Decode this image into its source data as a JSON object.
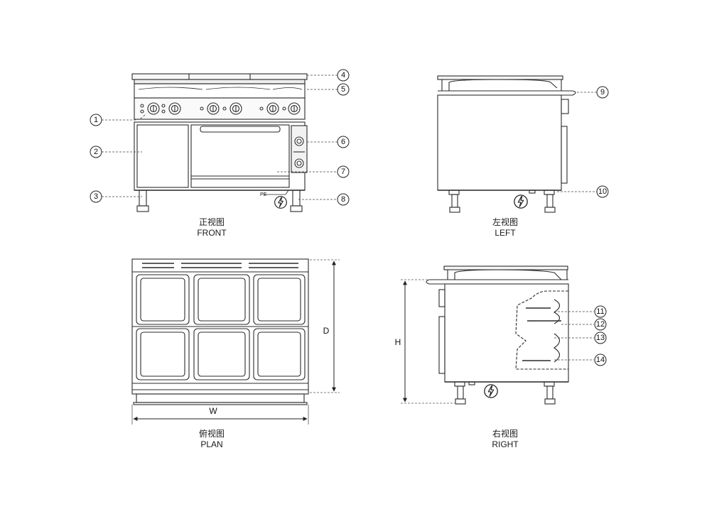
{
  "views": {
    "front": {
      "label_cn": "正视图",
      "label_en": "FRONT"
    },
    "left": {
      "label_cn": "左视图",
      "label_en": "LEFT"
    },
    "plan": {
      "label_cn": "俯视图",
      "label_en": "PLAN"
    },
    "right": {
      "label_cn": "右视图",
      "label_en": "RIGHT"
    }
  },
  "callouts": [
    "1",
    "2",
    "3",
    "4",
    "5",
    "6",
    "7",
    "8",
    "9",
    "10",
    "11",
    "12",
    "13",
    "14"
  ],
  "dimensions": {
    "width": "W",
    "depth": "D",
    "height": "H"
  },
  "marks": {
    "pe": "PE"
  },
  "colors": {
    "line": "#2a2a2a",
    "hidden": "#555555",
    "background": "#ffffff"
  }
}
